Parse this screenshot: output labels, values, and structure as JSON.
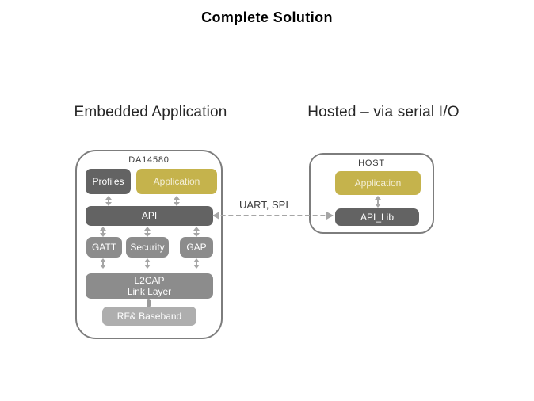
{
  "title": "Complete Solution",
  "colors": {
    "gold": "#c5b34c",
    "dark-gray": "#636363",
    "mid-gray": "#8c8c8c",
    "light-gray": "#aeaeae",
    "arrow-gray": "#a6a6a6",
    "border-gray": "#7d7d7d"
  },
  "embedded": {
    "heading": "Embedded Application",
    "chip_label": "DA14580",
    "boxes": {
      "profiles": "Profiles",
      "application": "Application",
      "api": "API",
      "gatt": "GATT",
      "security": "Security",
      "gap": "GAP",
      "l2cap_line1": "L2CAP",
      "l2cap_line2": "Link Layer",
      "rf_baseband": "RF&  Baseband"
    }
  },
  "hosted": {
    "heading": "Hosted – via serial I/O",
    "host_label": "HOST",
    "boxes": {
      "application": "Application",
      "api_lib": "API_Lib"
    }
  },
  "link": {
    "label": "UART, SPI"
  }
}
